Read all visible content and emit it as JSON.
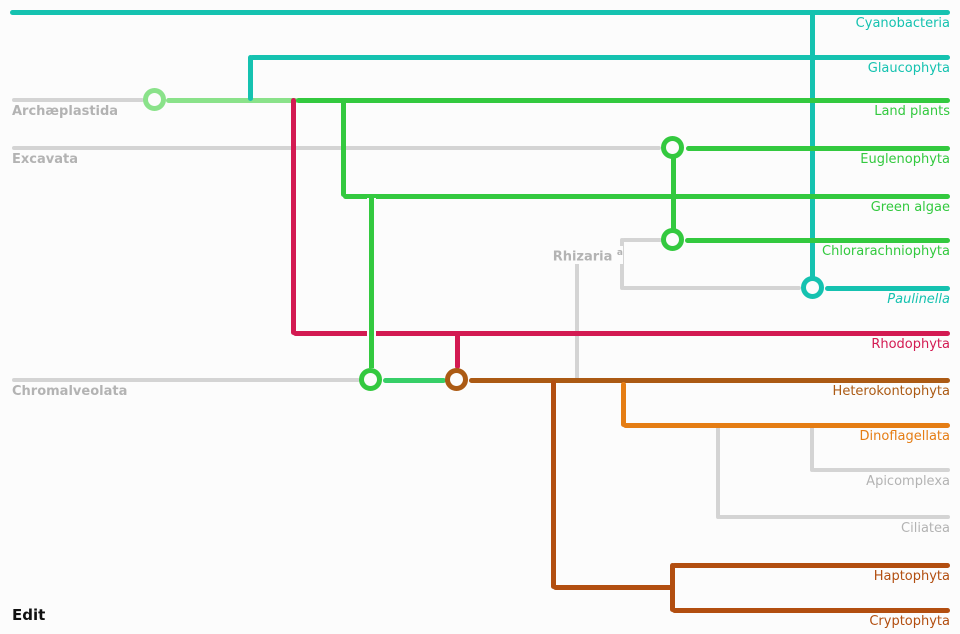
{
  "colors": {
    "teal": "#15c2b0",
    "green": "#33c93f",
    "light_green": "#8ae28a",
    "mint": "#37cf68",
    "crimson": "#d31a52",
    "brown": "#ab5a14",
    "orange": "#e57d14",
    "rust": "#b24e10",
    "gray_line": "#d4d4d4",
    "gray_text": "#b3b3b3",
    "text_dark": "#111111",
    "background": "#fcfcfc"
  },
  "groups": [
    {
      "id": "archaeplastida",
      "label": "Archæplastida"
    },
    {
      "id": "excavata",
      "label": "Excavata"
    },
    {
      "id": "rhizaria",
      "label": "Rhizaria",
      "superscript": "a"
    },
    {
      "id": "chromalveolata",
      "label": "Chromalveolata"
    }
  ],
  "taxa": [
    {
      "id": "cyanobacteria",
      "label": "Cyanobacteria",
      "color": "teal"
    },
    {
      "id": "glaucophyta",
      "label": "Glaucophyta",
      "color": "teal"
    },
    {
      "id": "land-plants",
      "label": "Land plants",
      "color": "green"
    },
    {
      "id": "euglenophyta",
      "label": "Euglenophyta",
      "color": "green"
    },
    {
      "id": "green-algae",
      "label": "Green algae",
      "color": "green"
    },
    {
      "id": "chlorarachniophyta",
      "label": "Chlorarachniophyta",
      "color": "green"
    },
    {
      "id": "paulinella",
      "label": "Paulinella",
      "color": "teal"
    },
    {
      "id": "rhodophyta",
      "label": "Rhodophyta",
      "color": "crimson"
    },
    {
      "id": "heterokontophyta",
      "label": "Heterokontophyta",
      "color": "brown"
    },
    {
      "id": "dinoflagellata",
      "label": "Dinoflagellata",
      "color": "orange"
    },
    {
      "id": "apicomplexa",
      "label": "Apicomplexa",
      "color": "gray_text"
    },
    {
      "id": "ciliatea",
      "label": "Ciliatea",
      "color": "gray_text"
    },
    {
      "id": "haptophyta",
      "label": "Haptophyta",
      "color": "rust"
    },
    {
      "id": "cryptophyta",
      "label": "Cryptophyta",
      "color": "rust"
    }
  ],
  "edit": {
    "label": "Edit"
  }
}
